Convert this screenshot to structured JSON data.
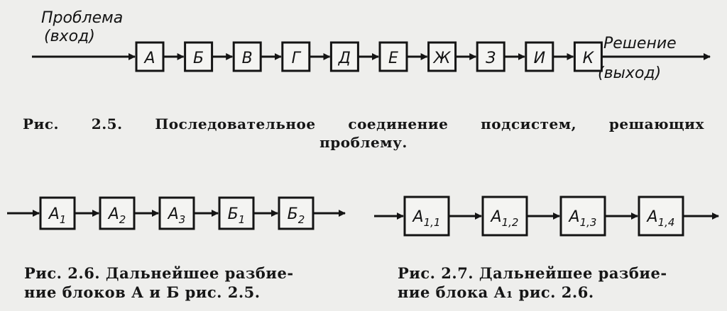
{
  "fig5": {
    "input_label": [
      "Проблема",
      "(вход)"
    ],
    "output_label": [
      "Решение",
      "(выход)"
    ],
    "blocks": [
      "А",
      "Б",
      "В",
      "Г",
      "Д",
      "Е",
      "Ж",
      "З",
      "И",
      "К"
    ]
  },
  "fig6": {
    "blocks": [
      {
        "main": "A",
        "sub": "1"
      },
      {
        "main": "A",
        "sub": "2"
      },
      {
        "main": "A",
        "sub": "3"
      },
      {
        "main": "Б",
        "sub": "1"
      },
      {
        "main": "Б",
        "sub": "2"
      }
    ]
  },
  "fig7": {
    "blocks": [
      {
        "main": "A",
        "sub": "1,1"
      },
      {
        "main": "A",
        "sub": "1,2"
      },
      {
        "main": "A",
        "sub": "1,3"
      },
      {
        "main": "A",
        "sub": "1,4"
      }
    ]
  },
  "captions": {
    "fig5_line1_words": [
      "Рис.",
      "2.5.",
      "Последовательное",
      "соединение",
      "подсистем,",
      "решающих"
    ],
    "fig5_line2": "проблему.",
    "fig6_line1": "Рис. 2.6. Дальнейшее разбие-",
    "fig6_line2": "ние блоков А и Б рис. 2.5.",
    "fig7_line1": "Рис. 2.7. Дальнейшее разбие-",
    "fig7_line2": "ние блока А₁ рис. 2.6."
  }
}
